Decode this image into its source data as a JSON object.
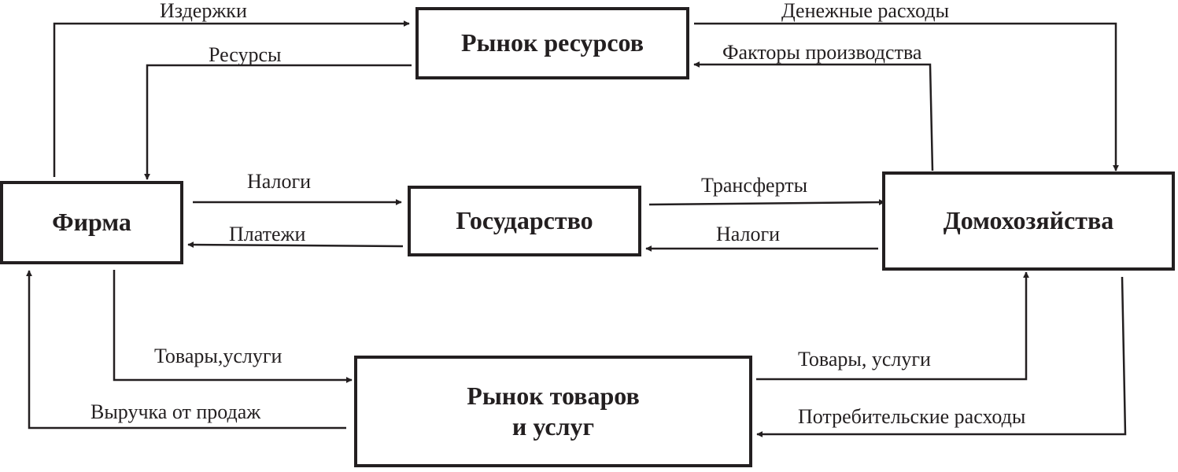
{
  "nodes": {
    "resource_market": "Рынок ресурсов",
    "firm": "Фирма",
    "government": "Государство",
    "households": "Домохозяйства",
    "goods_market_line1": "Рынок товаров",
    "goods_market_line2": "и услуг"
  },
  "flows": {
    "costs": "Издержки",
    "resources": "Ресурсы",
    "money_expenses": "Денежные расходы",
    "production_factors": "Факторы производства",
    "taxes_firm": "Налоги",
    "payments": "Платежи",
    "transfers": "Трансферты",
    "taxes_households": "Налоги",
    "goods_services_firm": "Товары,услуги",
    "sales_revenue": "Выручка от продаж",
    "goods_services_households": "Товары, услуги",
    "consumer_expenses": "Потребительские расходы"
  }
}
